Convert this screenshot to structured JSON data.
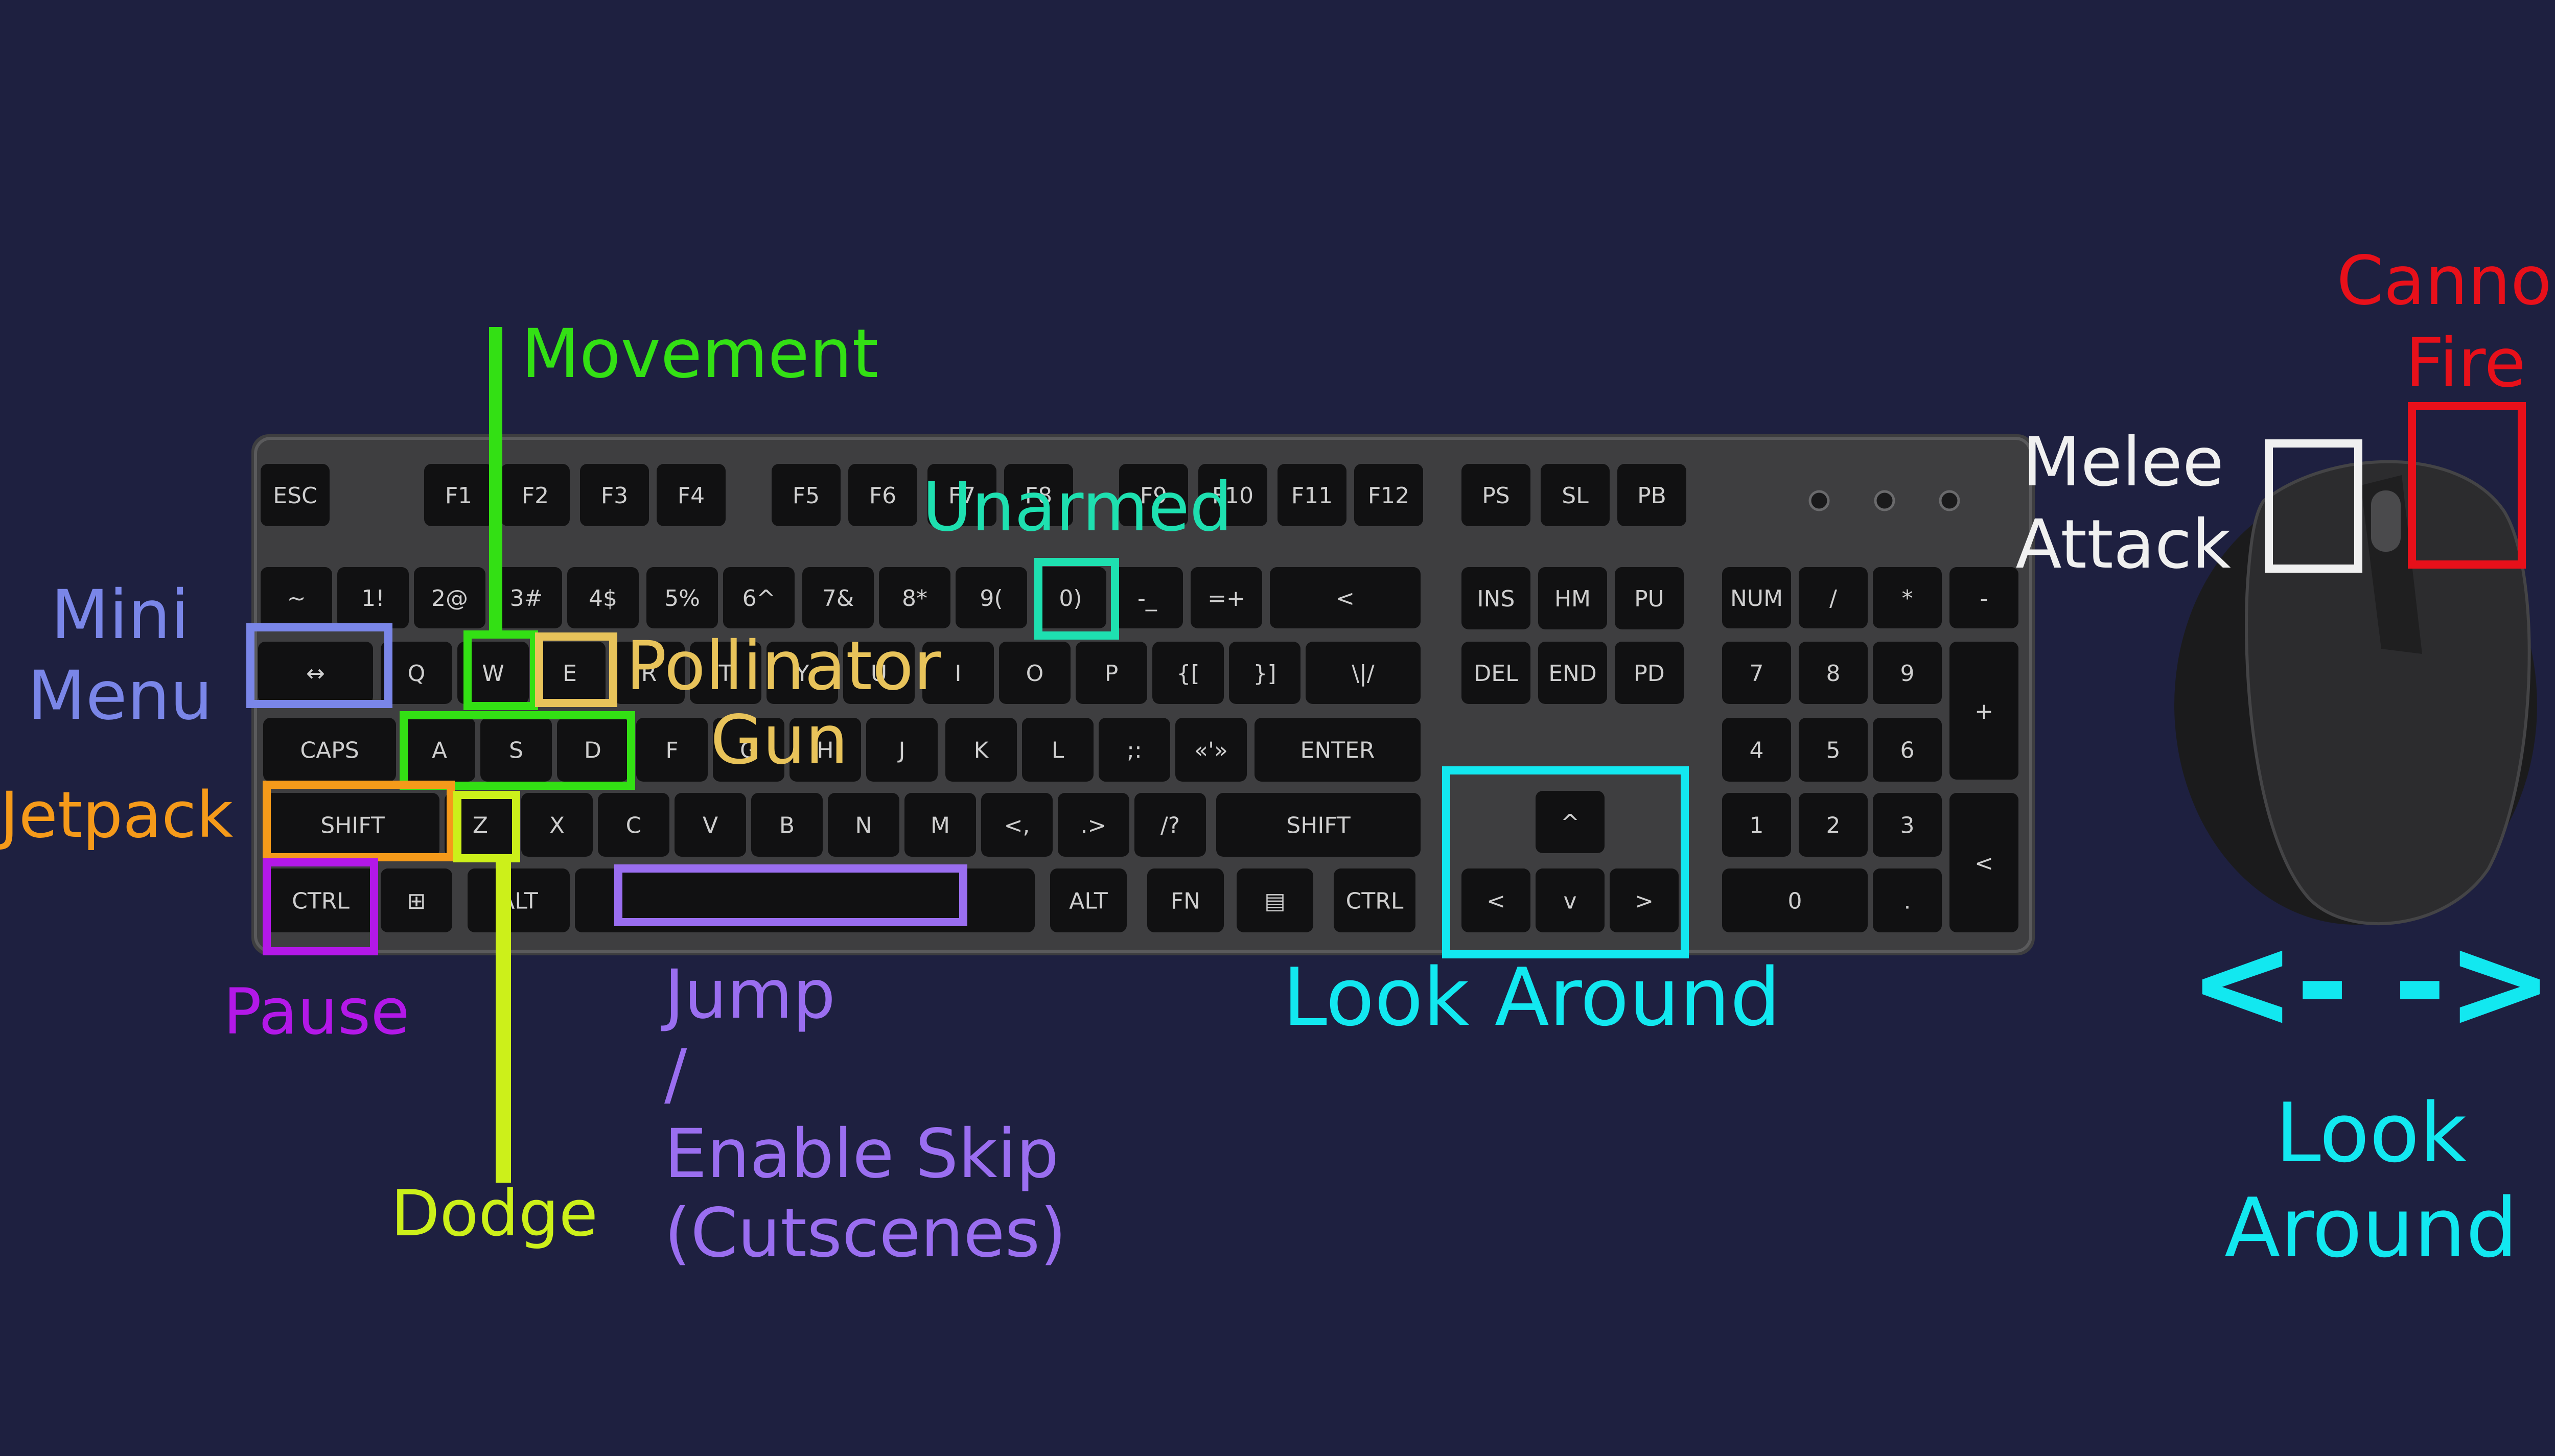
{
  "colors": {
    "background": "#1e2040",
    "keyboard_body": "#3e3e40",
    "key": "#111112",
    "key_text": "#cfcfcf",
    "mouse": "#2c2c2e",
    "movement": "#33e014",
    "unarmed": "#1ee0b0",
    "pollinator": "#e8c35a",
    "mini_menu": "#7a86e8",
    "jetpack": "#f59a1a",
    "dodge": "#ccf01a",
    "pause": "#b318e8",
    "jump": "#9a6ef0",
    "look_keys": "#12e8f0",
    "melee": "#f0f0f0",
    "cannon": "#e8101a"
  },
  "keyboard": {
    "row_fn": [
      "ESC",
      "F1",
      "F2",
      "F3",
      "F4",
      "F5",
      "F6",
      "F7",
      "F8",
      "F9",
      "F10",
      "F11",
      "F12",
      "PS",
      "SL",
      "PB"
    ],
    "row_num": [
      "~",
      "1!",
      "2@",
      "3#",
      "4$",
      "5%",
      "6^",
      "7&",
      "8*",
      "9(",
      "0)",
      "-_",
      "=+",
      "<"
    ],
    "row_q": [
      "↔",
      "Q",
      "W",
      "E",
      "R",
      "T",
      "Y",
      "U",
      "I",
      "O",
      "P",
      "{[",
      "}]",
      "\\|/"
    ],
    "row_a": [
      "CAPS",
      "A",
      "S",
      "D",
      "F",
      "G",
      "H",
      "J",
      "K",
      "L",
      ";:",
      "«'»",
      "ENTER"
    ],
    "row_z": [
      "SHIFT",
      "Z",
      "X",
      "C",
      "V",
      "B",
      "N",
      "M",
      "<,",
      ".>",
      "/?",
      "SHIFT"
    ],
    "row_bottom": [
      "CTRL",
      "⊞",
      "ALT",
      "",
      "ALT",
      "FN",
      "▤",
      "CTRL"
    ],
    "nav": [
      "INS",
      "HM",
      "PU",
      "DEL",
      "END",
      "PD"
    ],
    "arrows": [
      "^",
      "<",
      "v",
      ">"
    ],
    "numpad": [
      "NUM",
      "/",
      "*",
      "-",
      "7",
      "8",
      "9",
      "+",
      "4",
      "5",
      "6",
      "1",
      "2",
      "3",
      "<",
      "0",
      "."
    ]
  },
  "labels": {
    "movement": "Movement",
    "unarmed": "Unarmed",
    "pollinator_gun": "Pollinator\nGun",
    "mini_menu": "Mini\nMenu",
    "jetpack": "Jetpack",
    "pause": "Pause",
    "dodge": "Dodge",
    "jump": "Jump\n/\nEnable Skip (Cutscenes)",
    "look_around_keys": "Look Around",
    "melee_attack": "Melee\nAttack",
    "cannon_fire": "Cannon\nFire",
    "mouse_arrows": "<- ->",
    "look_around_mouse": "Look\nAround"
  }
}
